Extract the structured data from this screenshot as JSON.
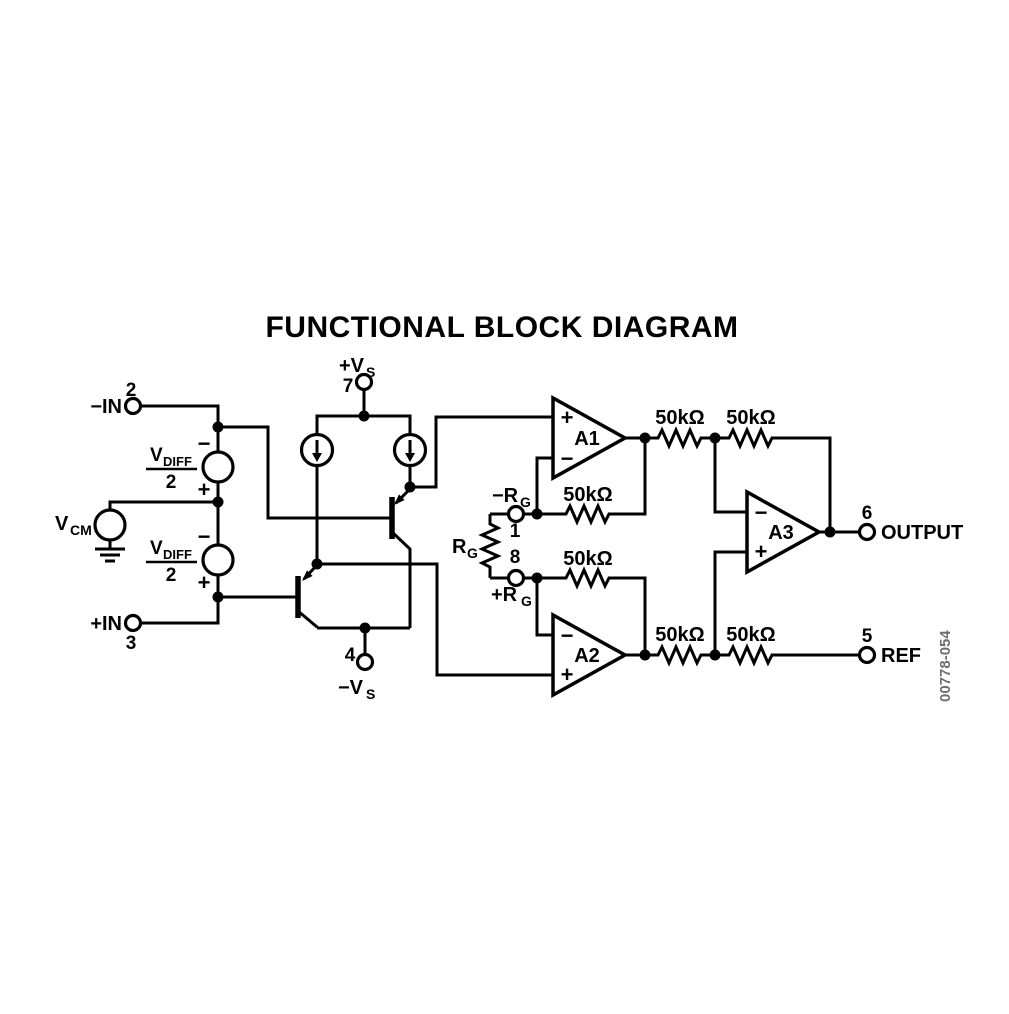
{
  "title": "FUNCTIONAL BLOCK DIAGRAM",
  "annotation": "00778-054",
  "terminals": {
    "neg_in": {
      "label": "−IN",
      "pin": "2"
    },
    "pos_in": {
      "label": "+IN",
      "pin": "3"
    },
    "pos_vs": {
      "main": "+V",
      "sub": "S",
      "pin": "7"
    },
    "neg_vs": {
      "main": "−V",
      "sub": "S",
      "pin": "4"
    },
    "neg_rg": {
      "main": "−R",
      "sub": "G",
      "pin": "1"
    },
    "pos_rg": {
      "main": "+R",
      "sub": "G",
      "pin": "8"
    },
    "output": {
      "label": "OUTPUT",
      "pin": "6"
    },
    "ref": {
      "label": "REF",
      "pin": "5"
    }
  },
  "sources": {
    "vcm": {
      "main": "V",
      "sub": "CM"
    },
    "vdiff": {
      "main": "V",
      "sub": "DIFF",
      "denominator": "2",
      "minus": "−",
      "plus": "+"
    }
  },
  "gain_resistor": {
    "main": "R",
    "sub": "G"
  },
  "resistors": {
    "value": "50kΩ"
  },
  "amplifiers": {
    "a1": {
      "label": "A1",
      "plus": "+",
      "minus": "−"
    },
    "a2": {
      "label": "A2",
      "plus": "+",
      "minus": "−"
    },
    "a3": {
      "label": "A3",
      "plus": "+",
      "minus": "−"
    }
  },
  "colors": {
    "line": "#000000",
    "annotation_gray": "#6d6e71",
    "background": "#ffffff"
  }
}
